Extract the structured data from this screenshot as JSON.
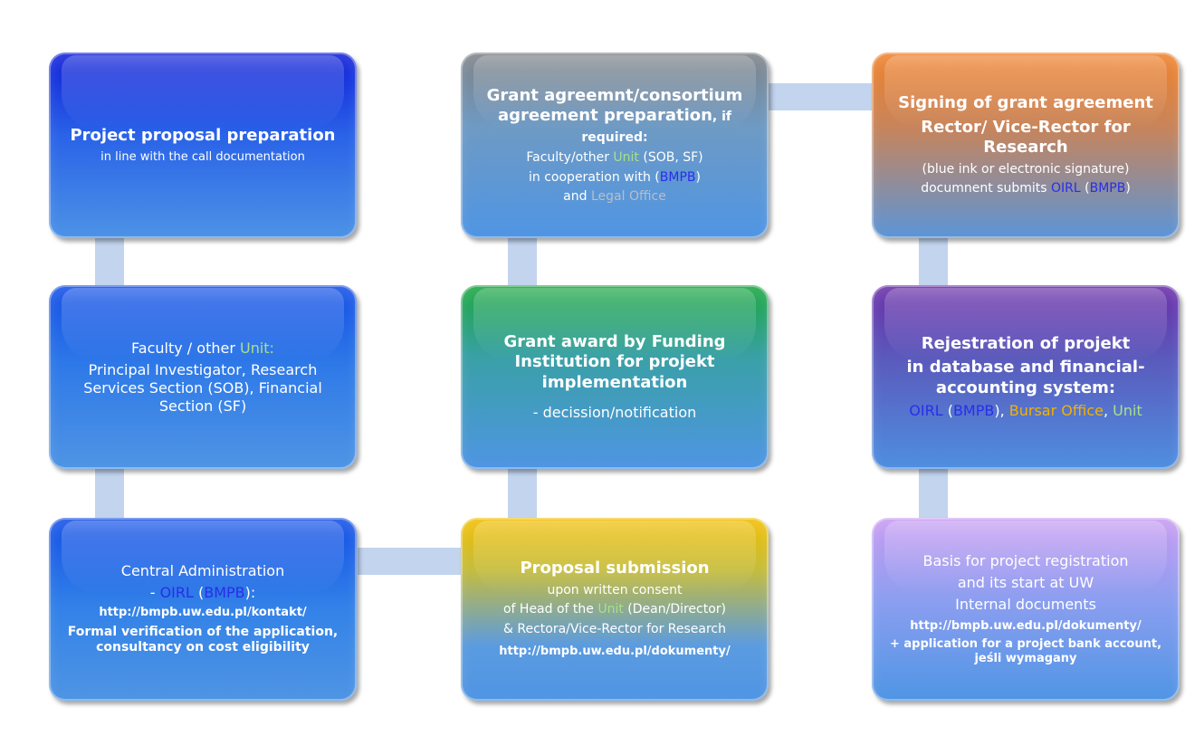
{
  "colors": {
    "connector": "#c2d4ee",
    "unit_green": "#a9e08a",
    "bmpb_blue": "#2a2ee8",
    "legal_grey": "#b8bfc8",
    "bursar_orange": "#f2b200"
  },
  "nodes": {
    "proposal_prep": {
      "title": "Project proposal preparation",
      "subtitle": "in line with the call documentation"
    },
    "faculty": {
      "line1_prefix": "Faculty / other ",
      "line1_unit": "Unit:",
      "line2": "Principal Investigator, Research Services Section (SOB), Financial Section (SF)"
    },
    "central_admin": {
      "line1": "Central Administration",
      "line2_dash": "- ",
      "line2_oirl": "OIRL",
      "line2_open": " (",
      "line2_bmpb": "BMPB",
      "line2_close": "):",
      "url": "http://bmpb.uw.edu.pl/kontakt/",
      "line4": "Formal verification of the application, consultancy on cost eligibility"
    },
    "grant_agreement_prep": {
      "title": "Grant agreemnt/consortium agreement preparation",
      "title_suffix": ", if required:",
      "line2_prefix": "Faculty/other ",
      "line2_unit": "Unit",
      "line2_suffix": " (SOB, SF)",
      "line3_prefix": "in cooperation with (",
      "line3_bmpb": "BMPB",
      "line3_suffix": ")",
      "line4_prefix": "and ",
      "line4_legal": "Legal Office"
    },
    "grant_award": {
      "title": "Grant award by Funding Institution for projekt implementation",
      "subtitle": "- decission/notification"
    },
    "proposal_submission": {
      "title": "Proposal submission",
      "line2": "upon written consent",
      "line3_prefix": "of Head of the ",
      "line3_unit": "Unit",
      "line3_suffix": " (Dean/Director)",
      "line4": "& Rectora/Vice-Rector for Research",
      "url": "http://bmpb.uw.edu.pl/dokumenty/"
    },
    "signing": {
      "line1": "Signing of grant agreement",
      "line2": "Rector/ Vice-Rector for Research",
      "line3": "(blue ink or electronic signature)",
      "line4_prefix": "documnent submits ",
      "line4_oirl": "OIRL",
      "line4_open": " (",
      "line4_bmpb": "BMPB",
      "line4_close": ")"
    },
    "registration": {
      "line1": "Rejestration of projekt",
      "line2": "in database and financial-accounting system:",
      "oirl": "OIRL",
      "open": " (",
      "bmpb": "BMPB",
      "close": "), ",
      "bursar": "Bursar Office",
      "comma": ", ",
      "unit": "Unit"
    },
    "basis": {
      "line1": "Basis for project registration",
      "line2": "and  its start at UW",
      "line3": "Internal documents",
      "url": "http://bmpb.uw.edu.pl/dokumenty/",
      "line5": "+ application for a project bank account, jeśli wymagany"
    }
  }
}
